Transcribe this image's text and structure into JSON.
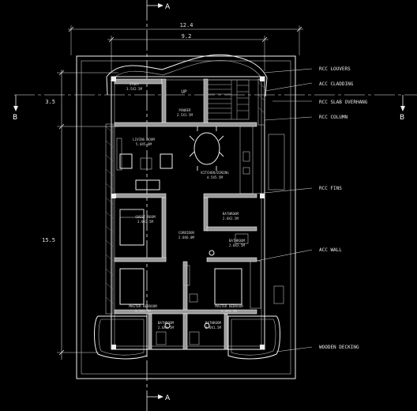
{
  "section_marks": {
    "top": "A",
    "bottom": "A",
    "left": "B",
    "right": "B"
  },
  "dimensions": {
    "overall_width": "12.4",
    "inner_width": "9.2",
    "upper_depth": "3.5",
    "overall_depth": "15.5"
  },
  "callouts": [
    {
      "id": "rcc-louvers",
      "text": "RCC LOUVERS"
    },
    {
      "id": "acc-cladding",
      "text": "ACC CLADDING"
    },
    {
      "id": "rcc-slab-overhang",
      "text": "RCC SLAB OVERHANG"
    },
    {
      "id": "rcc-column",
      "text": "RCC COLUMN"
    },
    {
      "id": "rcc-fins",
      "text": "RCC FINS"
    },
    {
      "id": "acc-wall",
      "text": "ACC WALL"
    },
    {
      "id": "wooden-decking",
      "text": "WOODEN DECKING"
    }
  ],
  "rooms": {
    "study": [
      "STUDY",
      "3.5X2.5M"
    ],
    "up": "UP",
    "powder": [
      "POWDER",
      "2.5X1.5M"
    ],
    "living": [
      "LIVING ROOM",
      "5.0X5.0M"
    ],
    "kitchen_dining": [
      "KITCHEN/DINING",
      "4.5X5.5M"
    ],
    "guest": [
      "GUEST ROOM",
      "3.0X3.5M"
    ],
    "bath1": [
      "BATHROOM",
      "2.0X2.5M"
    ],
    "corridor": [
      "CORRIDOR",
      "2.0X6.0M"
    ],
    "bath2": [
      "BATHROOM",
      "2.0X2.5M"
    ],
    "master1": [
      "MASTER BEDROOM",
      "3.5X3.5M"
    ],
    "master2": [
      "MASTER BEDROOM",
      "4.0X3.5M"
    ],
    "bath3": [
      "BATHROOM",
      "2.0X1.5M"
    ],
    "bath4": [
      "BATHROOM",
      "2.0X1.5M"
    ]
  }
}
